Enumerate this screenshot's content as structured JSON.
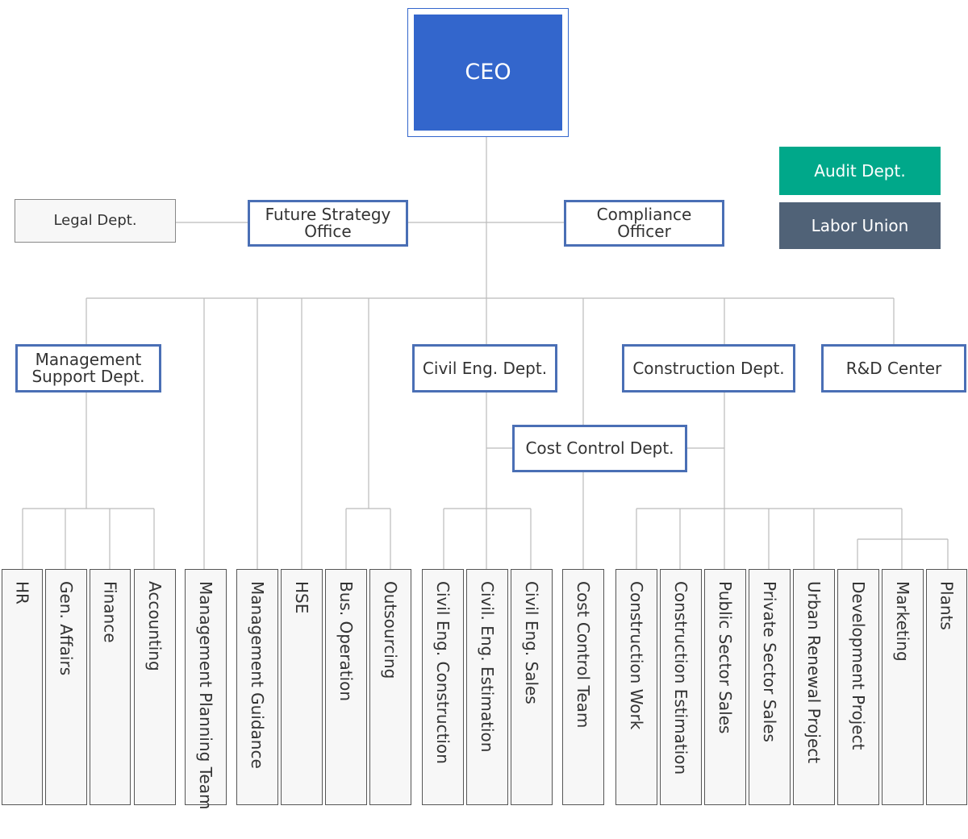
{
  "ceo": "CEO",
  "legal": "Legal Dept.",
  "future_strategy": [
    "Future Strategy",
    "Office"
  ],
  "compliance": [
    "Compliance",
    "Officer"
  ],
  "audit": "Audit Dept.",
  "labor_union": "Labor Union",
  "management_support": [
    "Management",
    "Support Dept."
  ],
  "civil_eng": "Civil Eng. Dept.",
  "construction": "Construction Dept.",
  "rnd": "R&D Center",
  "cost_control": "Cost Control Dept.",
  "teams": [
    "HR",
    "Gen. Affairs",
    "Finance",
    "Accounting",
    "Management Planning Team",
    "Management Guidance",
    "HSE",
    "Bus. Operation",
    "Outsourcing",
    "Civil Eng. Construction",
    "Civil. Eng. Estimation",
    "Civil Eng. Sales",
    "Cost Control Team",
    "Construction Work",
    "Construction Estimation",
    "Public Sector Sales",
    "Private Sector Sales",
    "Urban Renewal Project",
    "Development Project",
    "Marketing",
    "Plants"
  ],
  "colors": {
    "ceo": "#3366cc",
    "box_border": "#4a6fb5",
    "audit": "#00a88a",
    "labor_union": "#506277",
    "connector": "#bbbbbb"
  }
}
